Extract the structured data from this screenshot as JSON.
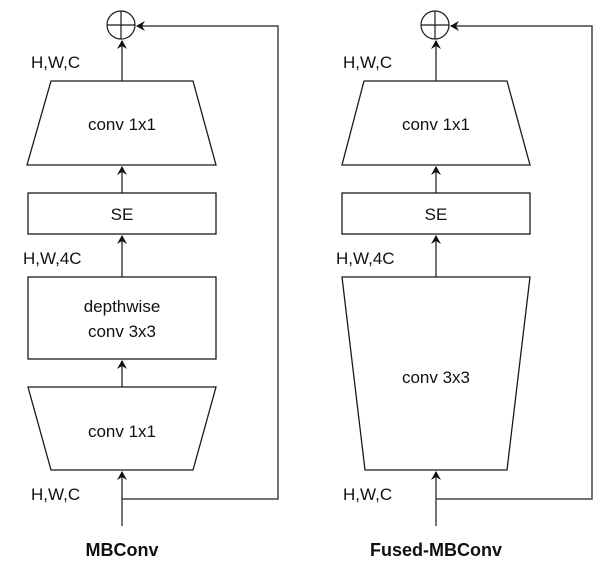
{
  "diagrams": [
    {
      "title": "MBConv",
      "output_dim": "H,W,C",
      "mid_dim": "H,W,4C",
      "input_dim": "H,W,C",
      "blocks": {
        "top": "conv 1x1",
        "se": "SE",
        "middle_line1": "depthwise",
        "middle_line2": "conv 3x3",
        "bottom": "conv 1x1"
      },
      "add_symbol": "add-node"
    },
    {
      "title": "Fused-MBConv",
      "output_dim": "H,W,C",
      "mid_dim": "H,W,4C",
      "input_dim": "H,W,C",
      "blocks": {
        "top": "conv 1x1",
        "se": "SE",
        "fused": "conv 3x3"
      },
      "add_symbol": "add-node"
    }
  ]
}
